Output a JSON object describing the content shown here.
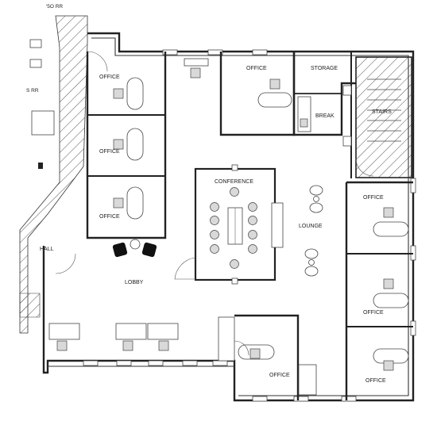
{
  "rooms": {
    "office_top_left": "OFFICE",
    "office_left_mid": "OFFICE",
    "office_left_low": "OFFICE",
    "office_top_center": "OFFICE",
    "storage": "STORAGE",
    "break": "BREAK",
    "stairs": "STAIRS",
    "conference": "CONFERENCE",
    "lounge": "LOUNGE",
    "lobby": "LOBBY",
    "hall": "HALL",
    "office_right_top": "OFFICE",
    "office_right_mid": "OFFICE",
    "office_right_low": "OFFICE",
    "office_bottom_center": "OFFICE",
    "fragment_top": "'5O RR",
    "fragment_left": "S RR"
  }
}
